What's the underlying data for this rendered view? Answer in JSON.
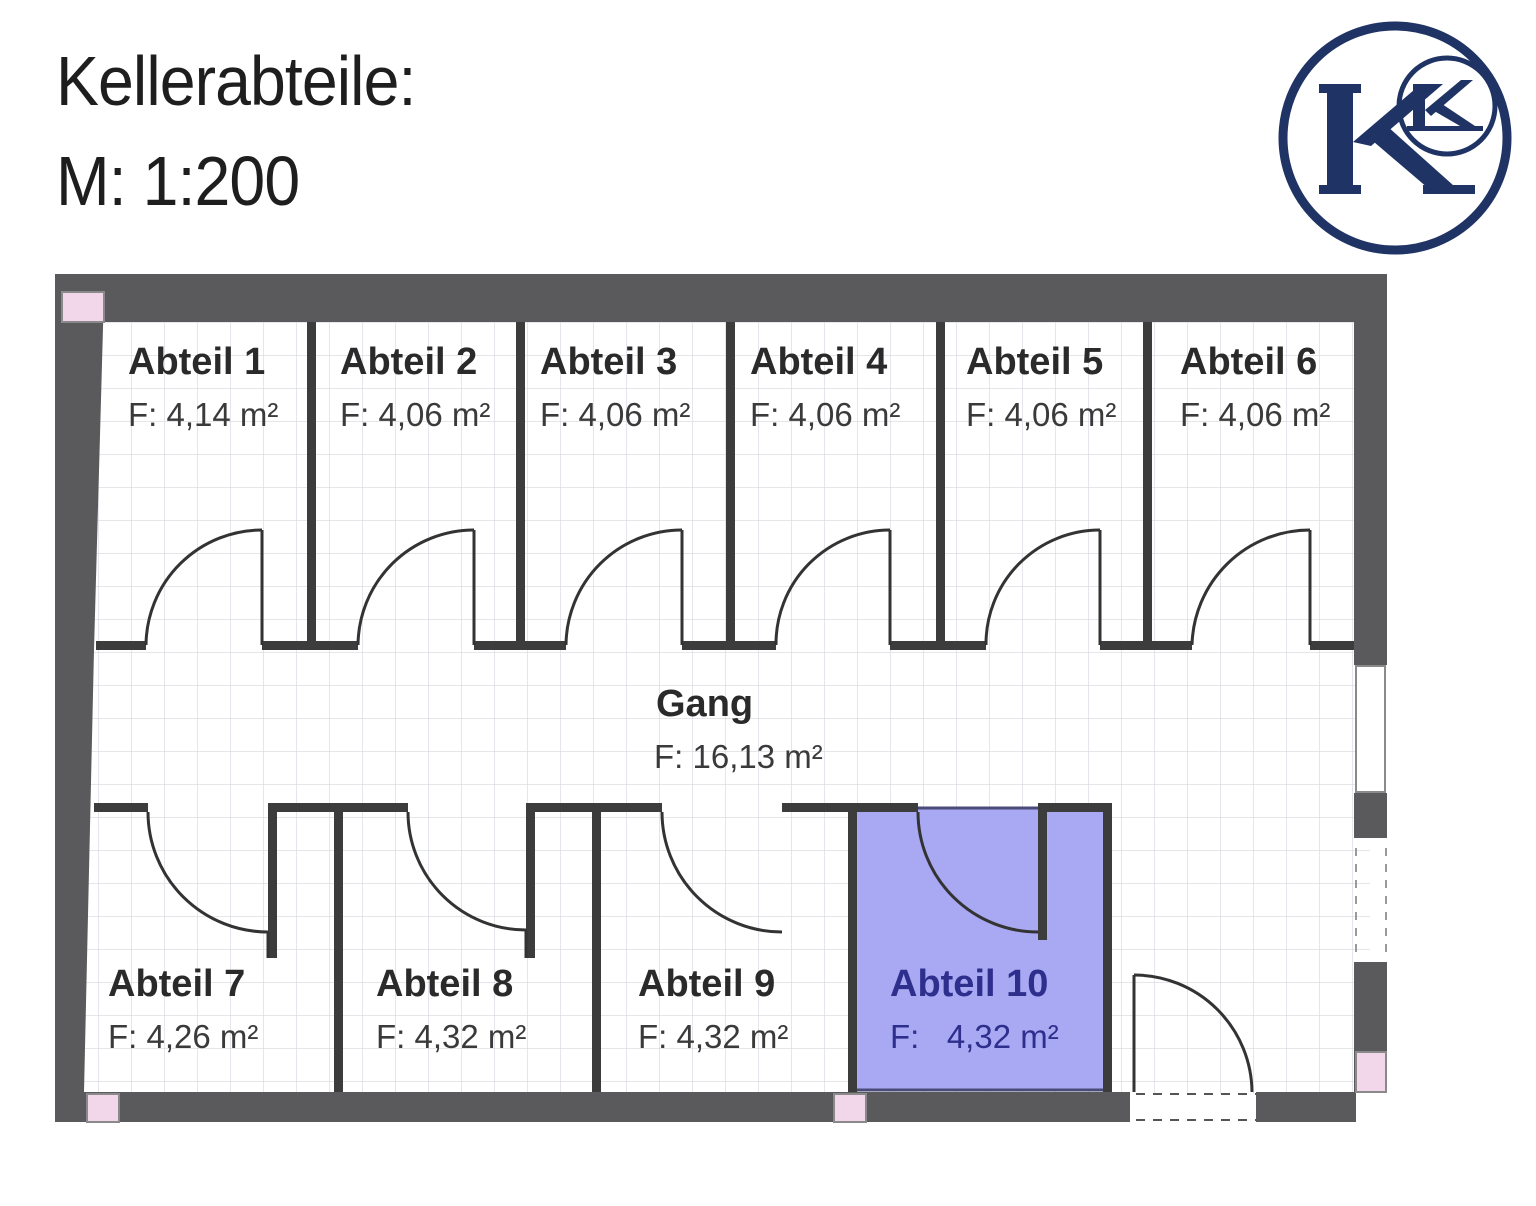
{
  "title": {
    "line1": "Kellerabteile:",
    "line2": "M: 1:200"
  },
  "logo": {
    "icon": "kk-monogram-logo",
    "text": "KK",
    "color": "#1f3464"
  },
  "colors": {
    "wall": "#5a5a5c",
    "grid": "#d4d8de",
    "highlight": "#a9a9f3",
    "pier": "#f2d6ea"
  },
  "rooms": [
    {
      "name": "Abteil 1",
      "area": "F: 4,14 m²"
    },
    {
      "name": "Abteil 2",
      "area": "F: 4,06 m²"
    },
    {
      "name": "Abteil 3",
      "area": "F: 4,06 m²"
    },
    {
      "name": "Abteil 4",
      "area": "F: 4,06 m²"
    },
    {
      "name": "Abteil 5",
      "area": "F: 4,06 m²"
    },
    {
      "name": "Abteil 6",
      "area": "F: 4,06 m²"
    },
    {
      "name": "Gang",
      "area": "F: 16,13 m²"
    },
    {
      "name": "Abteil 7",
      "area": "F: 4,26 m²"
    },
    {
      "name": "Abteil 8",
      "area": "F: 4,32 m²"
    },
    {
      "name": "Abteil 9",
      "area": "F: 4,32 m²"
    },
    {
      "name": "Abteil 10",
      "area": "F:   4,32 m²",
      "highlighted": true
    }
  ]
}
